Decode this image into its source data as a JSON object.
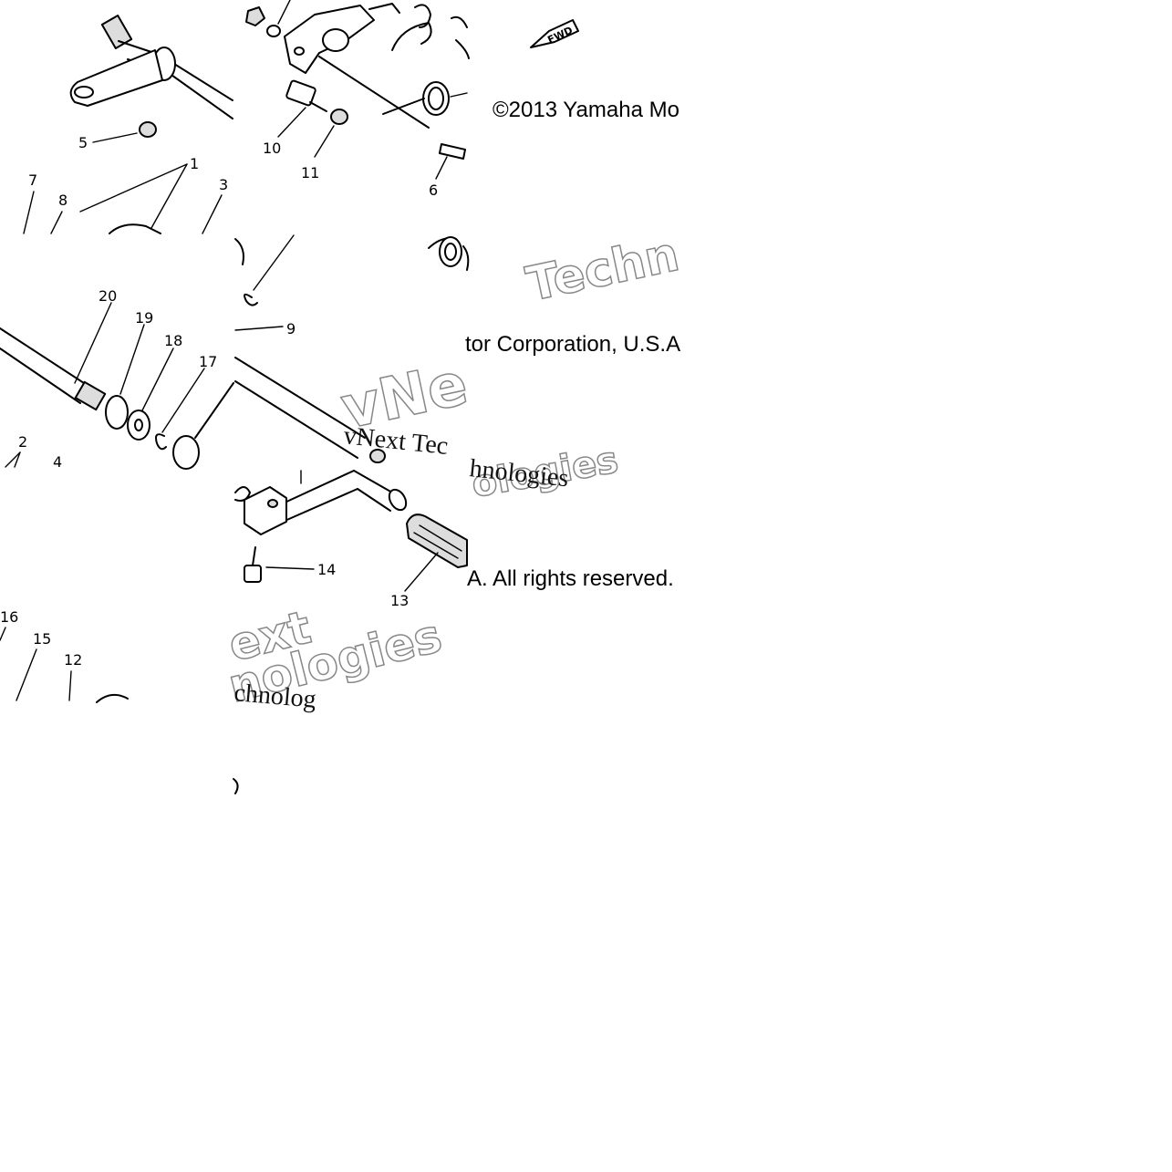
{
  "copyright": {
    "segment_1": "©2013 Yamaha Mo",
    "segment_2": "tor Corporation, U.S.A",
    "segment_3": "A. All rights reserved."
  },
  "watermarks": {
    "serif_line_1": "vNext Tec",
    "serif_line_2": "hnologies",
    "outline_1": "Techn",
    "outline_2": "vNe",
    "outline_3": "ologies",
    "outline_4": "ext",
    "outline_5": "nologies",
    "serif_line_3": "chnolog"
  },
  "fwd_label": "FWD",
  "callouts": {
    "c1": "1",
    "c2": "2",
    "c3": "3",
    "c4": "4",
    "c5": "5",
    "c6": "6",
    "c7": "7",
    "c8": "8",
    "c9": "9",
    "c10": "10",
    "c11": "11",
    "c12": "12",
    "c13": "13",
    "c14": "14",
    "c15": "15",
    "c16": "16",
    "c17": "17",
    "c18": "18",
    "c19": "19",
    "c20": "20"
  }
}
